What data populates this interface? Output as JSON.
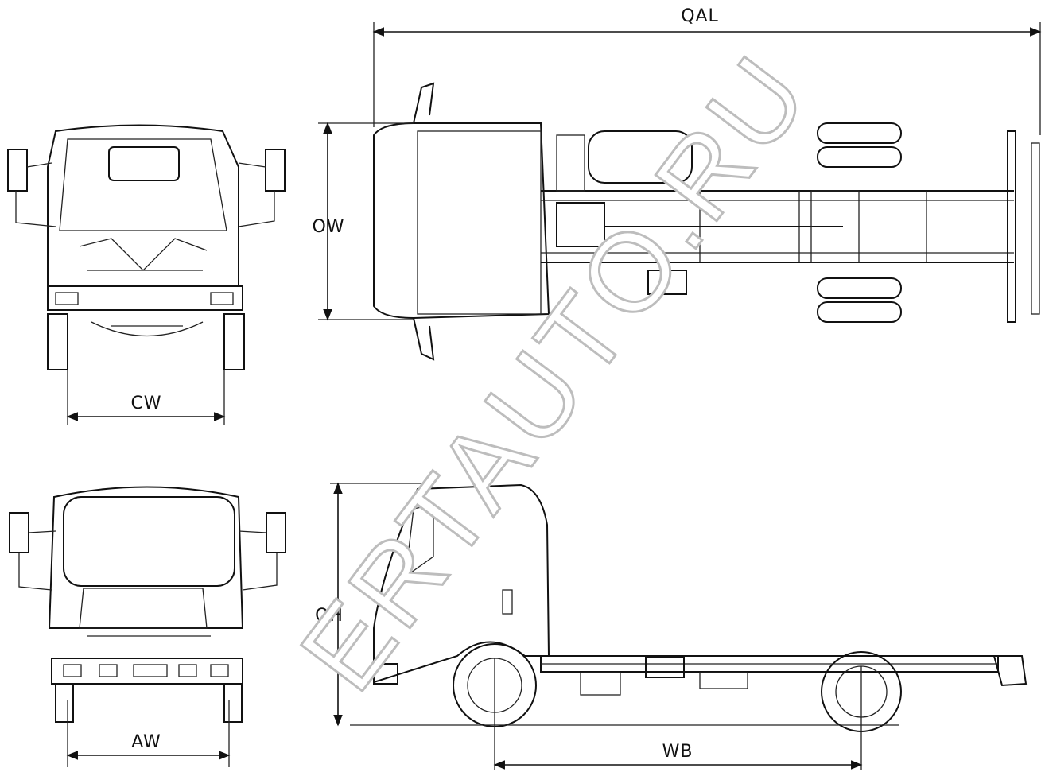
{
  "dimensions": {
    "overall_length": "QAL",
    "overall_width": "OW",
    "cab_width": "CW",
    "overall_height": "OH",
    "axle_width": "AW",
    "wheelbase": "WB"
  },
  "watermark": "ERTAUTO.RU",
  "views": {
    "front_top": "front-cab-view",
    "top": "plan-view",
    "front_bottom": "front-view",
    "side": "side-elevation-view"
  }
}
